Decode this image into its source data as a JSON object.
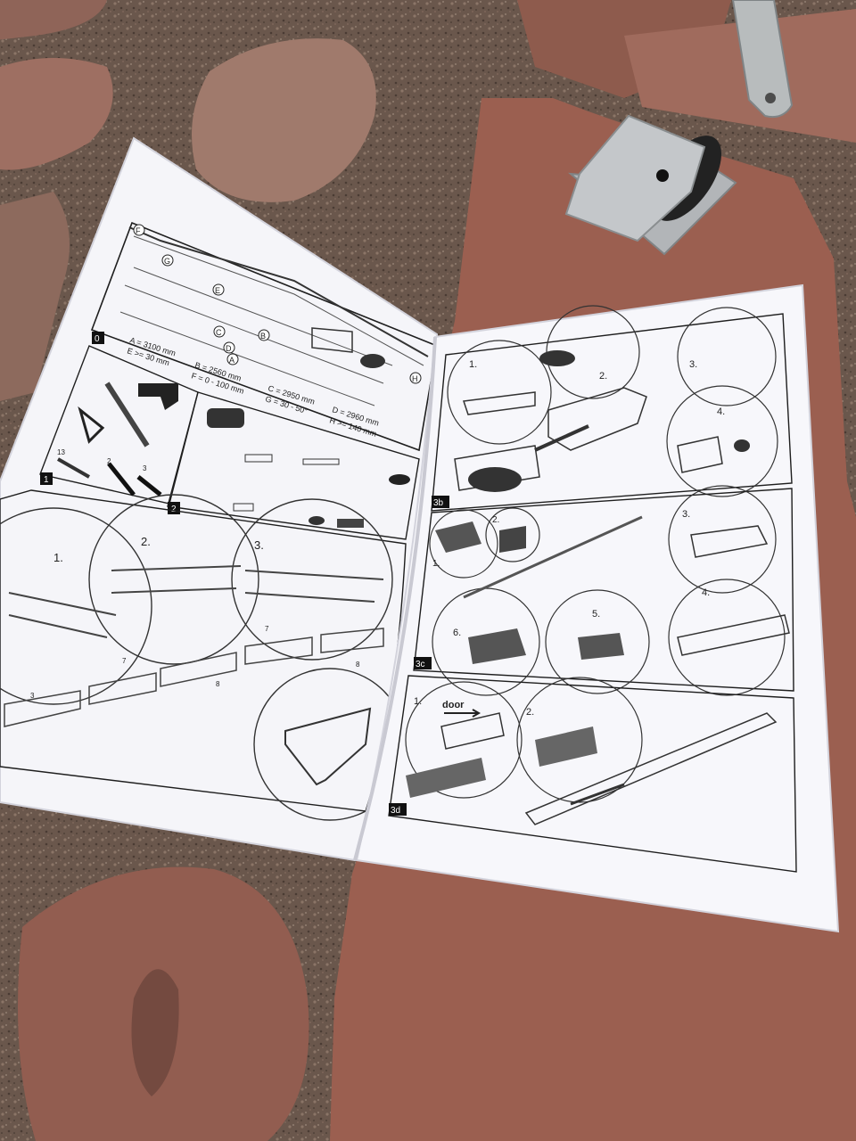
{
  "photo": {
    "subject": "Open garage door opener installation manual lying on stone paving, with a metal pulley bracket and a metal strap nearby"
  },
  "left_page": {
    "panel_0": {
      "id": "0",
      "callouts": [
        "F",
        "G",
        "E",
        "C",
        "B",
        "D",
        "A",
        "H"
      ],
      "dims": {
        "a": "A = 3100 mm",
        "e": "E >= 30 mm",
        "b": "B = 2560 mm",
        "f": "F = 0 - 100 mm",
        "c": "C = 2950 mm",
        "g": "G = 30 - 50°",
        "d": "D = 2960 mm",
        "h": "H >= 140 mm"
      }
    },
    "panel_1": {
      "id": "1",
      "tool_numbers": [
        "13",
        "2",
        "3"
      ]
    },
    "panel_2": {
      "id": "2"
    },
    "panel_rails": {
      "steps": [
        "1.",
        "2.",
        "3."
      ],
      "parts": [
        "3",
        "7",
        "8",
        "7",
        "8"
      ]
    }
  },
  "right_page": {
    "panel_3b": {
      "id": "3b",
      "steps": [
        "1.",
        "2.",
        "3.",
        "4."
      ]
    },
    "panel_3c": {
      "id": "3c",
      "steps": [
        "1.",
        "2.",
        "3.",
        "4.",
        "5.",
        "6."
      ]
    },
    "panel_3d": {
      "id": "3d",
      "steps": [
        "1.",
        "2."
      ],
      "door_label": "door"
    }
  },
  "colors": {
    "ground": "#6e5a4e",
    "stone": "#9a6658",
    "paper": "#f4f4f8",
    "ink": "#1e1e1e",
    "metal": "#b9bcbf"
  }
}
